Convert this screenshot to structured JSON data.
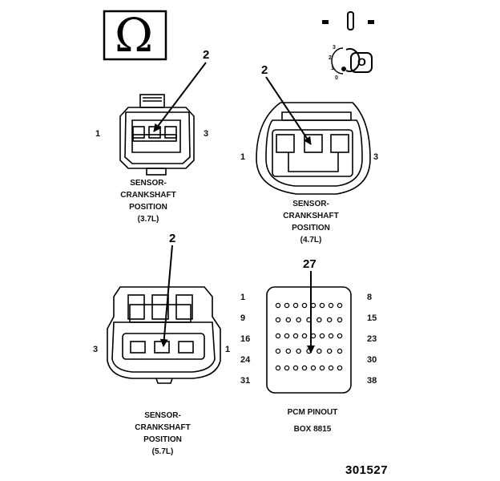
{
  "ohm_symbol": "Ω",
  "switch_positions": {
    "p3": "3",
    "p2": "2",
    "p1": "1",
    "p0": "0"
  },
  "switch_knob_label": "O",
  "connector_37": {
    "callout": "2",
    "pin_left": "1",
    "pin_right": "3",
    "caption": [
      "SENSOR-",
      "CRANKSHAFT",
      "POSITION",
      "(3.7L)"
    ]
  },
  "connector_47": {
    "callout": "2",
    "pin_left": "1",
    "pin_right": "3",
    "caption": [
      "SENSOR-",
      "CRANKSHAFT",
      "POSITION",
      "(4.7L)"
    ]
  },
  "connector_57": {
    "callout": "2",
    "pin_left": "3",
    "pin_right": "1",
    "caption": [
      "SENSOR-",
      "CRANKSHAFT",
      "POSITION",
      "(5.7L)"
    ]
  },
  "pcm": {
    "callout": "27",
    "left_numbers": [
      "1",
      "9",
      "16",
      "24",
      "31"
    ],
    "right_numbers": [
      "8",
      "15",
      "23",
      "30",
      "38"
    ],
    "caption": [
      "PCM PINOUT",
      "BOX 8815"
    ]
  },
  "figure_number": "301527"
}
